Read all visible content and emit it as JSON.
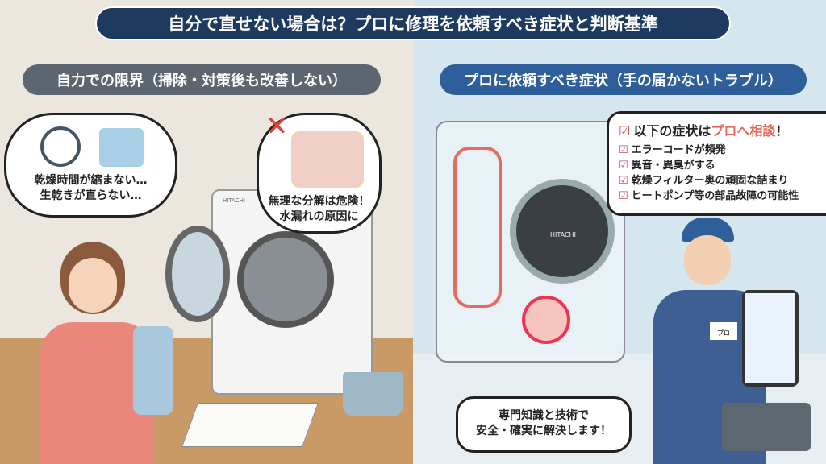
{
  "title": "自分で直せない場合は？プロに修理を依頼すべき症状と判断基準",
  "left": {
    "heading": "自力での限界（掃除・対策後も改善しない）",
    "thought": [
      "乾燥時間が縮まない…",
      "生乾きが直らない…"
    ],
    "warning": [
      "無理な分解は危険！",
      "水漏れの原因に"
    ],
    "washer_brand": "HITACHI"
  },
  "right": {
    "heading": "プロに依頼すべき症状（手の届かないトラブル）",
    "checklist": {
      "title_prefix": "以下の症状は",
      "title_highlight": "プロへ相談",
      "title_suffix": "！",
      "items": [
        "エラーコードが頻発",
        "異音・異臭がする",
        "乾燥フィルター奥の頑固な詰まり",
        "ヒートポンプ等の部品故障の可能性"
      ]
    },
    "pro_quote": [
      "専門知識と技術で",
      "安全・確実に解決します！"
    ],
    "washer_brand": "HITACHI",
    "badge": "プロ"
  },
  "colors": {
    "title_bg": "#1f3a5f",
    "left_heading_bg": "#5d6570",
    "right_heading_bg": "#2f5f9a",
    "accent": "#e06a5e"
  }
}
